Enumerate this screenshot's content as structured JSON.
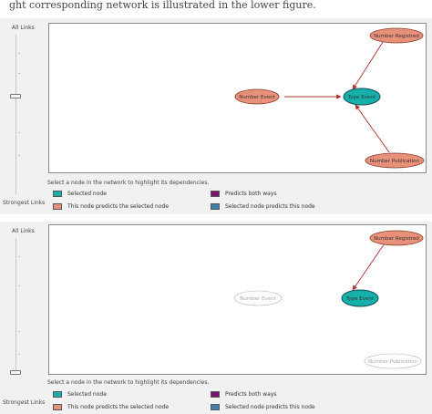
{
  "header": {
    "caption_fragment": "ght corresponding network is illustrated in the lower figure."
  },
  "colors": {
    "selected": "#15b0a9",
    "predicts_selected": "#e8917a",
    "both_ways": "#7a1470",
    "selected_predicts": "#3f7fa8",
    "edge": "#a8322e",
    "node_border": "#8a3a28"
  },
  "panels": [
    {
      "strength": {
        "top_label": "All Links",
        "bottom_label": "Strongest Links",
        "level": 0.62
      },
      "instruction": "Select a node in the network to highlight its dependencies.",
      "nodes": [
        {
          "id": "registered",
          "label": "Number Registred",
          "role": "predicts"
        },
        {
          "id": "event",
          "label": "Number Event",
          "role": "predicts"
        },
        {
          "id": "type",
          "label": "Type Event",
          "role": "selected"
        },
        {
          "id": "publication",
          "label": "Number Publication",
          "role": "predicts"
        }
      ],
      "legend": {
        "selected": "Selected node",
        "predicts_selected": "This node predicts the selected node",
        "both_ways": "Predicts both ways",
        "selected_predicts": "Selected node predicts this node"
      }
    },
    {
      "strength": {
        "top_label": "All Links",
        "bottom_label": "Strongest Links",
        "level": 0.0
      },
      "instruction": "Select a node in the network to highlight its dependencies.",
      "nodes": [
        {
          "id": "registered",
          "label": "Number Registred",
          "role": "predicts"
        },
        {
          "id": "event",
          "label": "Number Event",
          "role": "inactive"
        },
        {
          "id": "type",
          "label": "Type Event",
          "role": "selected"
        },
        {
          "id": "publication",
          "label": "Number Publication",
          "role": "inactive"
        }
      ],
      "legend": {
        "selected": "Selected node",
        "predicts_selected": "This node predicts the selected node",
        "both_ways": "Predicts both ways",
        "selected_predicts": "Selected node predicts this node"
      }
    }
  ]
}
